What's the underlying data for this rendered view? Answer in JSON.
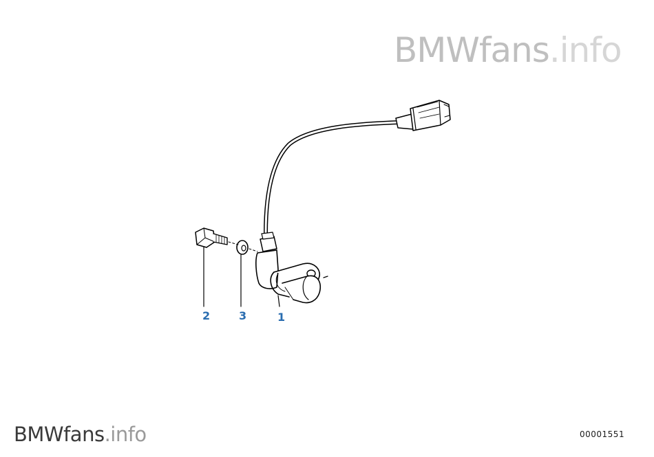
{
  "watermark_top": {
    "brand": "BMWfans",
    "suffix": ".info"
  },
  "watermark_bottom": {
    "brand": "BMWfans",
    "suffix": ".info"
  },
  "diagram_number": "00001551",
  "callouts": [
    {
      "label": "2",
      "part": "hex-bolt"
    },
    {
      "label": "3",
      "part": "washer"
    },
    {
      "label": "1",
      "part": "crankshaft-position-sensor"
    }
  ],
  "colors": {
    "callout": "#2a6db0",
    "line": "#000000"
  }
}
